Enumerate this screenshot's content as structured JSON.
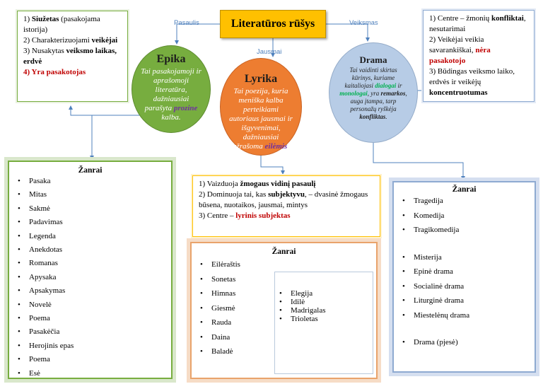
{
  "title": "Literatūros rūšys",
  "edges": {
    "left": "Pasaulis",
    "middle": "Jausmai",
    "right": "Veiksmas"
  },
  "epika": {
    "name": "Epika",
    "desc": "Tai pasakojamoji ir aprašomoji literatūra, dažniausiai parašyta",
    "desc_hl": "prozine",
    "desc_end": "kalba.",
    "features": [
      {
        "pre": "1) ",
        "bold": "Siužetas",
        "post": " (pasakojama istorija)"
      },
      {
        "pre": "2) Charakterizuojami ",
        "bold": "veikėjai",
        "post": ""
      },
      {
        "pre": "3) Nusakytas ",
        "bold": "veiksmo laikas, erdvė",
        "post": ""
      },
      {
        "pre": "",
        "bold": "4) Yra pasakotojas",
        "post": ""
      }
    ],
    "genres_title": "Žanrai",
    "genres": [
      "Pasaka",
      "Mitas",
      "Sakmė",
      "Padavimas",
      "Legenda",
      "Anekdotas",
      "Romanas",
      "Apysaka",
      "Apsakymas",
      "Novelė",
      "Poema",
      "Pasakėčia",
      "Herojinis epas",
      "Poema",
      "Esė"
    ]
  },
  "lyrika": {
    "name": "Lyrika",
    "desc": "Tai poezija, kuria meniška kalba perteikiami autoriaus jausmai ir išgyvenimai, dažniausiai užrašoma",
    "desc_hl": "eilėmis",
    "desc_end": ".",
    "features": [
      {
        "pre": "1) Vaizduoja ",
        "bold": "žmogaus vidinį pasaulį",
        "post": ""
      },
      {
        "pre": "2) Dominuoja tai, kas ",
        "bold": "subjektyvu",
        "post": ", – dvasinė žmogaus būsena, nuotaikos, jausmai, mintys"
      },
      {
        "pre": "3) Centre – ",
        "bold": "lyrinis subjektas",
        "post": ""
      }
    ],
    "genres_title": "Žanrai",
    "genres_col1": [
      "Eilėraštis",
      "Sonetas",
      "Himnas",
      "Giesmė",
      "Rauda",
      "Daina",
      "Baladė"
    ],
    "genres_col2": [
      "Elegija",
      "Idilė",
      "Madrigalas",
      "Trioletas"
    ]
  },
  "drama": {
    "name": "Drama",
    "desc_a": "Tai vaidinti skirtas kūrinys, kuriame kaitaliojasi",
    "desc_hl1": "dialogai",
    "desc_b": "ir",
    "desc_hl2": "monologai",
    "desc_c": ", yra",
    "desc_bold1": "remarkos",
    "desc_d": ", auga įtampa, tarp personažų ryškėja",
    "desc_bold2": "konfliktas",
    "desc_e": ".",
    "features": [
      {
        "pre": "1) Centre – žmonių ",
        "bold": "konfliktai",
        "post": ", nesutarimai"
      },
      {
        "pre": "2) Veikėjai veikia savarankiškai, ",
        "bold": "nėra pasakotojo",
        "post": ""
      },
      {
        "pre": "3) Būdingas veiksmo laiko, erdvės ir veikėjų ",
        "bold": "koncentruotumas",
        "post": ""
      }
    ],
    "genres_title": "Žanrai",
    "genres_group1": [
      "Tragedija",
      "Komedija",
      "Tragikomedija"
    ],
    "genres_group2": [
      "Misterija",
      "Epinė drama",
      "Socialinė drama",
      "Liturginė drama",
      "Miestelėnų drama"
    ],
    "genres_group3": [
      "Drama (pjesė)"
    ]
  },
  "colors": {
    "title_bg": "#ffc000",
    "epika": "#77ad3f",
    "lyrika": "#ed7d31",
    "drama": "#b7cce6",
    "connector": "#4f81bd",
    "accent_red": "#c00000"
  }
}
